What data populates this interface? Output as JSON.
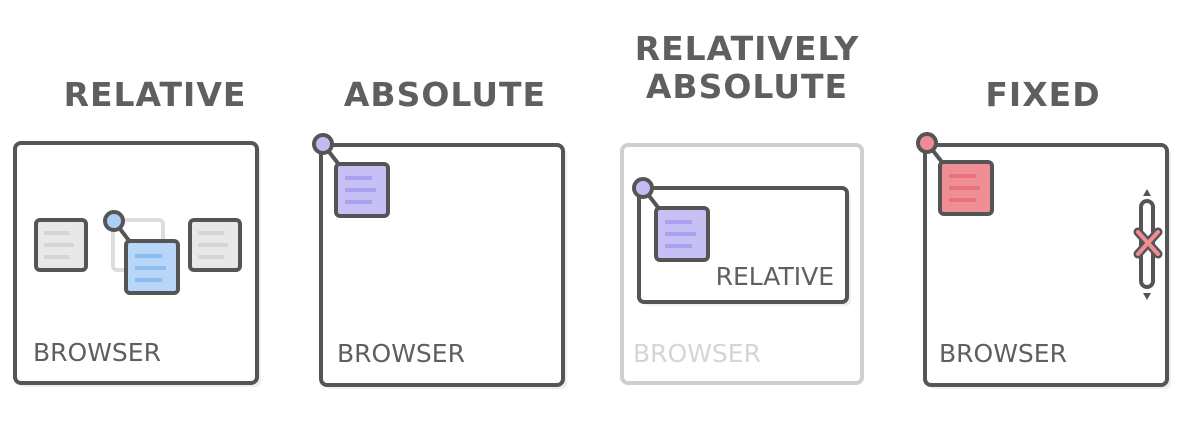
{
  "panels": [
    {
      "title": "RELATIVE",
      "browser_label": "BROWSER"
    },
    {
      "title": "ABSOLUTE",
      "browser_label": "BROWSER"
    },
    {
      "title_line1": "RELATIVELY",
      "title_line2": "ABSOLUTE",
      "browser_label": "BROWSER",
      "inner_label": "RELATIVE"
    },
    {
      "title": "FIXED",
      "browser_label": "BROWSER"
    }
  ],
  "colors": {
    "outline": "#555558",
    "outline_faded": "#cfcfcf",
    "gray_box": "#e8e8e8",
    "blue_box": "#b7d6f8",
    "blue_dot": "#a9cff5",
    "purple_box": "#c7c0f5",
    "purple_dot": "#c3bbf3",
    "red_box": "#ef8f94",
    "red_dot": "#f08d92"
  }
}
